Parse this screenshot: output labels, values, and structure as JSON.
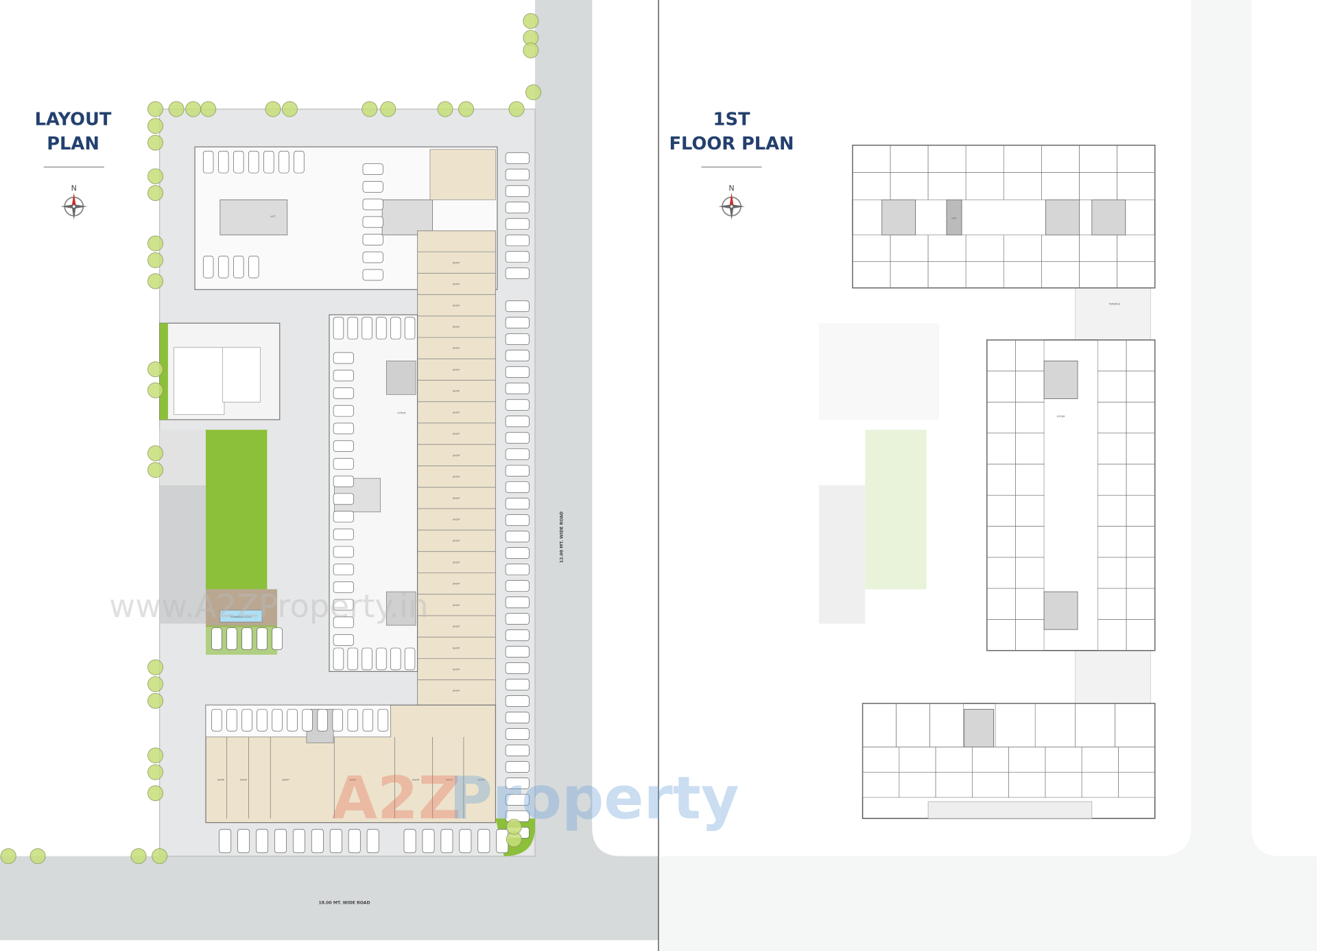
{
  "left_panel": {
    "title_line1": "LAYOUT",
    "title_line2": "PLAN",
    "compass_label": "N",
    "road_bottom": "18.00 MT. WIDE ROAD",
    "road_right": "12.00 MT. WIDE ROAD",
    "unit_label": "SHOP",
    "lift_label": "LIFT",
    "foyer_label": "FOYER",
    "pool_label": "SWIMMING POOL"
  },
  "right_panel": {
    "title_line1": "1ST",
    "title_line2": "FLOOR PLAN",
    "compass_label": "N",
    "terrace_label": "TERRACE",
    "lift_label": "LIFT",
    "foyer_label": "FOYER"
  },
  "watermarks": {
    "url": "www.A2ZProperty.in",
    "brand_a": "A2Z",
    "brand_b": "Property"
  },
  "colors": {
    "title": "#23406e",
    "road": "#d7dadb",
    "shop": "#ede3cc",
    "lawn": "#8cbf3a",
    "compass_north": "#d12a2a"
  }
}
